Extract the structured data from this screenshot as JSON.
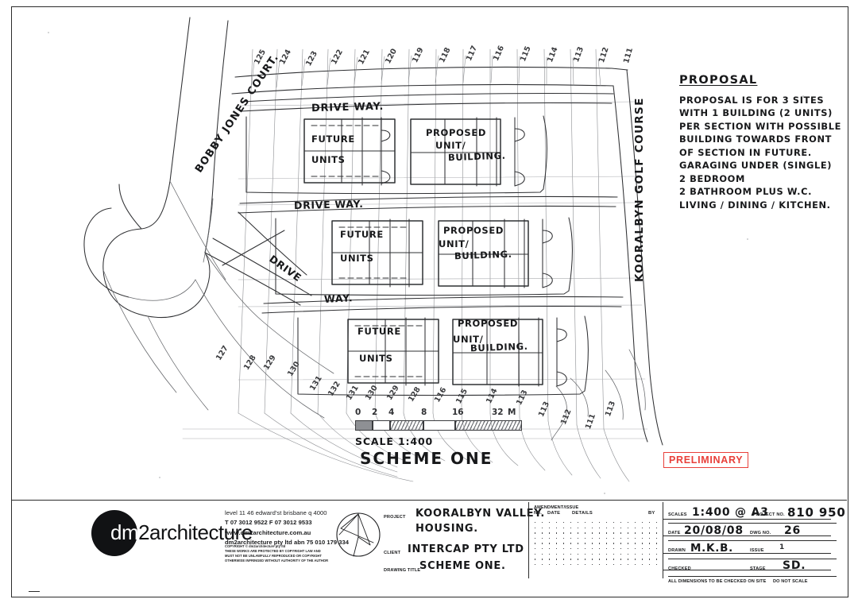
{
  "sheet": {
    "drawing_title_main": "SCHEME ONE",
    "scale_label": "SCALE  1:400"
  },
  "proposal": {
    "heading": "PROPOSAL",
    "lines": [
      "PROPOSAL IS FOR 3 SITES",
      "WITH 1 BUILDING (2 UNITS)",
      "PER SECTION WITH POSSIBLE",
      "BUILDING TOWARDS FRONT",
      "OF SECTION IN FUTURE.",
      "GARAGING UNDER (SINGLE)",
      "2 BEDROOM",
      "2 BATHROOM PLUS W.C.",
      "LIVING / DINING / KITCHEN."
    ]
  },
  "site": {
    "street_label": "BOBBY JONES COURT.",
    "golf_course_label": "KOORALBYN GOLF COURSE",
    "driveway_label_top": "DRIVE    WAY.",
    "driveway_label_mid": "DRIVE   WAY.",
    "driveway_label_diag": "DRIVE",
    "driveway_label_diag2": "WAY.",
    "blocks": [
      {
        "future_label_1": "FUTURE",
        "future_label_2": "UNITS",
        "proposed_label_1": "PROPOSED",
        "proposed_label_2": "UNIT/",
        "proposed_label_3": "BUILDING."
      },
      {
        "future_label_1": "FUTURE",
        "future_label_2": "UNITS",
        "proposed_label_1": "PROPOSED",
        "proposed_label_2": "UNIT/",
        "proposed_label_3": "BUILDING."
      },
      {
        "future_label_1": "FUTURE",
        "future_label_2": "UNITS",
        "proposed_label_1": "PROPOSED",
        "proposed_label_2": "UNIT/",
        "proposed_label_3": "BUILDING."
      }
    ],
    "lot_numbers_top": [
      "125",
      "124",
      "123",
      "122",
      "121",
      "120",
      "119",
      "118",
      "117",
      "116",
      "115",
      "114",
      "113",
      "112",
      "111"
    ],
    "lot_numbers_left": [
      "127",
      "128",
      "129",
      "130",
      "131"
    ],
    "lot_numbers_bottom": [
      "132",
      "131",
      "130",
      "129",
      "128"
    ],
    "lot_numbers_right": [
      "113",
      "112",
      "111"
    ]
  },
  "scale_bar": {
    "ticks": [
      "0",
      "2",
      "4",
      "8",
      "16",
      "32",
      "M"
    ],
    "label": "SCALE  1:400"
  },
  "stamp": {
    "text": "PRELIMINARY",
    "color": "#e8403a"
  },
  "titleblock": {
    "logo": {
      "prefix": "dm",
      "number": "2",
      "suffix": "architecture"
    },
    "address": [
      "level 11  46 edward'st  brisbane  q  4000",
      "T  07 3012 9522   F  07 3012 9533",
      "www.dm2architecture.com.au",
      "dm2architecture  pty  ltd   abn 75 010 179 334"
    ],
    "copyright": [
      "COPYRIGHT © dm2architecture pty ltd",
      "THESE WORKS ARE PROTECTED BY COPYRIGHT LAW AND",
      "MUST NOT BE UNLAWFULLY REPRODUCED OR COPYRIGHT",
      "OTHERWISE INFRINGED WITHOUT AUTHORITY OF THE AUTHOR"
    ],
    "project_key": "PROJECT",
    "project_value_1": "KOORALBYN VALLEY.",
    "project_value_2": "HOUSING.",
    "client_key": "CLIENT",
    "client_value": "INTERCAP  PTY  LTD",
    "drawing_title_key": "DRAWING TITLE",
    "drawing_title_value": "SCHEME  ONE.",
    "amendment": {
      "title": "AMENDMENT/ISSUE",
      "columns": [
        "No.",
        "DATE",
        "DETAILS",
        "BY"
      ],
      "rows": []
    },
    "fields": {
      "scales_key": "SCALES",
      "scales_value": "1:400 @ A3",
      "project_no_key": "PROJECT NO.",
      "project_no_value": "810 950",
      "date_key": "DATE",
      "date_value": "20/08/08",
      "dwg_no_key": "DWG NO.",
      "dwg_no_value": "26",
      "drawn_key": "DRAWN",
      "drawn_value": "M.K.B.",
      "issue_key": "ISSUE",
      "issue_value": "1",
      "checked_key": "CHECKED",
      "checked_value": "",
      "stage_key": "STAGE",
      "stage_value": "SD.",
      "note_left": "ALL DIMENSIONS TO BE CHECKED ON SITE",
      "note_right": "DO NOT SCALE"
    }
  }
}
